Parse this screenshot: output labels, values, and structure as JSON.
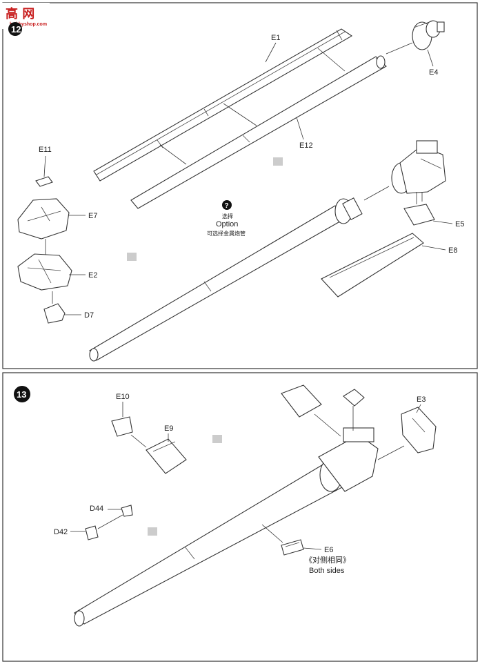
{
  "watermark": {
    "text": "高 网",
    "sub": "hobbyshop.com"
  },
  "step12": {
    "number": "12",
    "labels": {
      "e1": "E1",
      "e4": "E4",
      "e12": "E12",
      "e11": "E11",
      "e7": "E7",
      "e2": "E2",
      "d7": "D7",
      "e5": "E5",
      "e8": "E8"
    },
    "option": {
      "icon": "?",
      "zh": "选择",
      "en": "Option",
      "note": "可选择金属炮管"
    }
  },
  "step13": {
    "number": "13",
    "labels": {
      "e10": "E10",
      "e9": "E9",
      "e3": "E3",
      "d44": "D44",
      "d42": "D42",
      "e6": "E6"
    },
    "both_sides_zh": "《对侧相同》",
    "both_sides_en": "Both sides"
  }
}
